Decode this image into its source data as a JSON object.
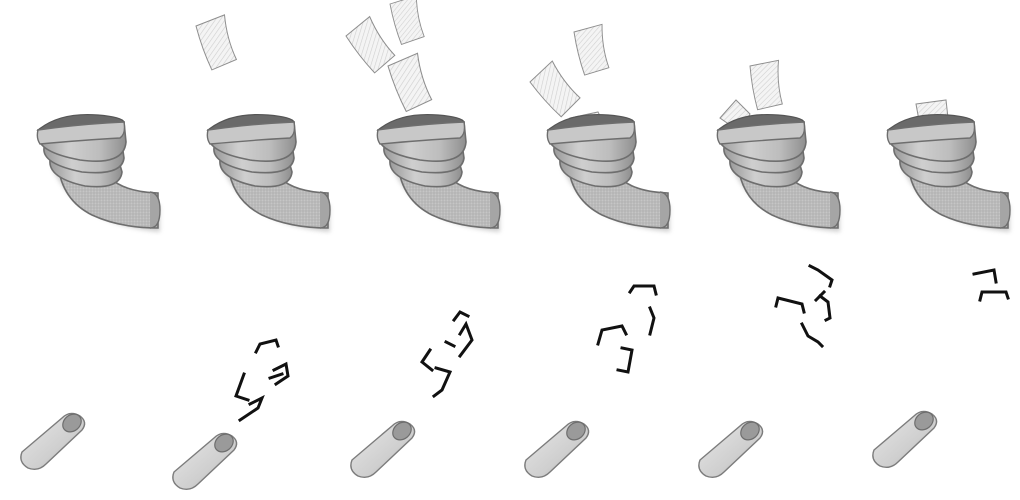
{
  "frames": [
    {
      "index": 1,
      "papers_above_funnel": 0,
      "papers_in_funnel": 0,
      "bracket_pieces": 0
    },
    {
      "index": 2,
      "papers_above_funnel": 1,
      "papers_in_funnel": 0,
      "bracket_pieces": 5
    },
    {
      "index": 3,
      "papers_above_funnel": 3,
      "papers_in_funnel": 0,
      "bracket_pieces": 5
    },
    {
      "index": 4,
      "papers_above_funnel": 2,
      "papers_in_funnel": 1,
      "bracket_pieces": 4
    },
    {
      "index": 5,
      "papers_above_funnel": 1,
      "papers_in_funnel": 1,
      "bracket_pieces": 5
    },
    {
      "index": 6,
      "papers_above_funnel": 0,
      "papers_in_funnel": 1,
      "bracket_pieces": 2
    }
  ],
  "colors": {
    "funnel_body": "#bdbdbd",
    "funnel_shadow": "#8a8a8a",
    "funnel_outline": "#6e6e6e",
    "paper_fill": "#f2f2f2",
    "paper_hatch": "#c9c9c9",
    "bracket": "#111111",
    "cup": "#d4d4d4"
  },
  "icons": [
    "paper-sheet-icon",
    "funnel-chute-icon",
    "bracket-fragment-icon",
    "collector-cup-icon"
  ]
}
